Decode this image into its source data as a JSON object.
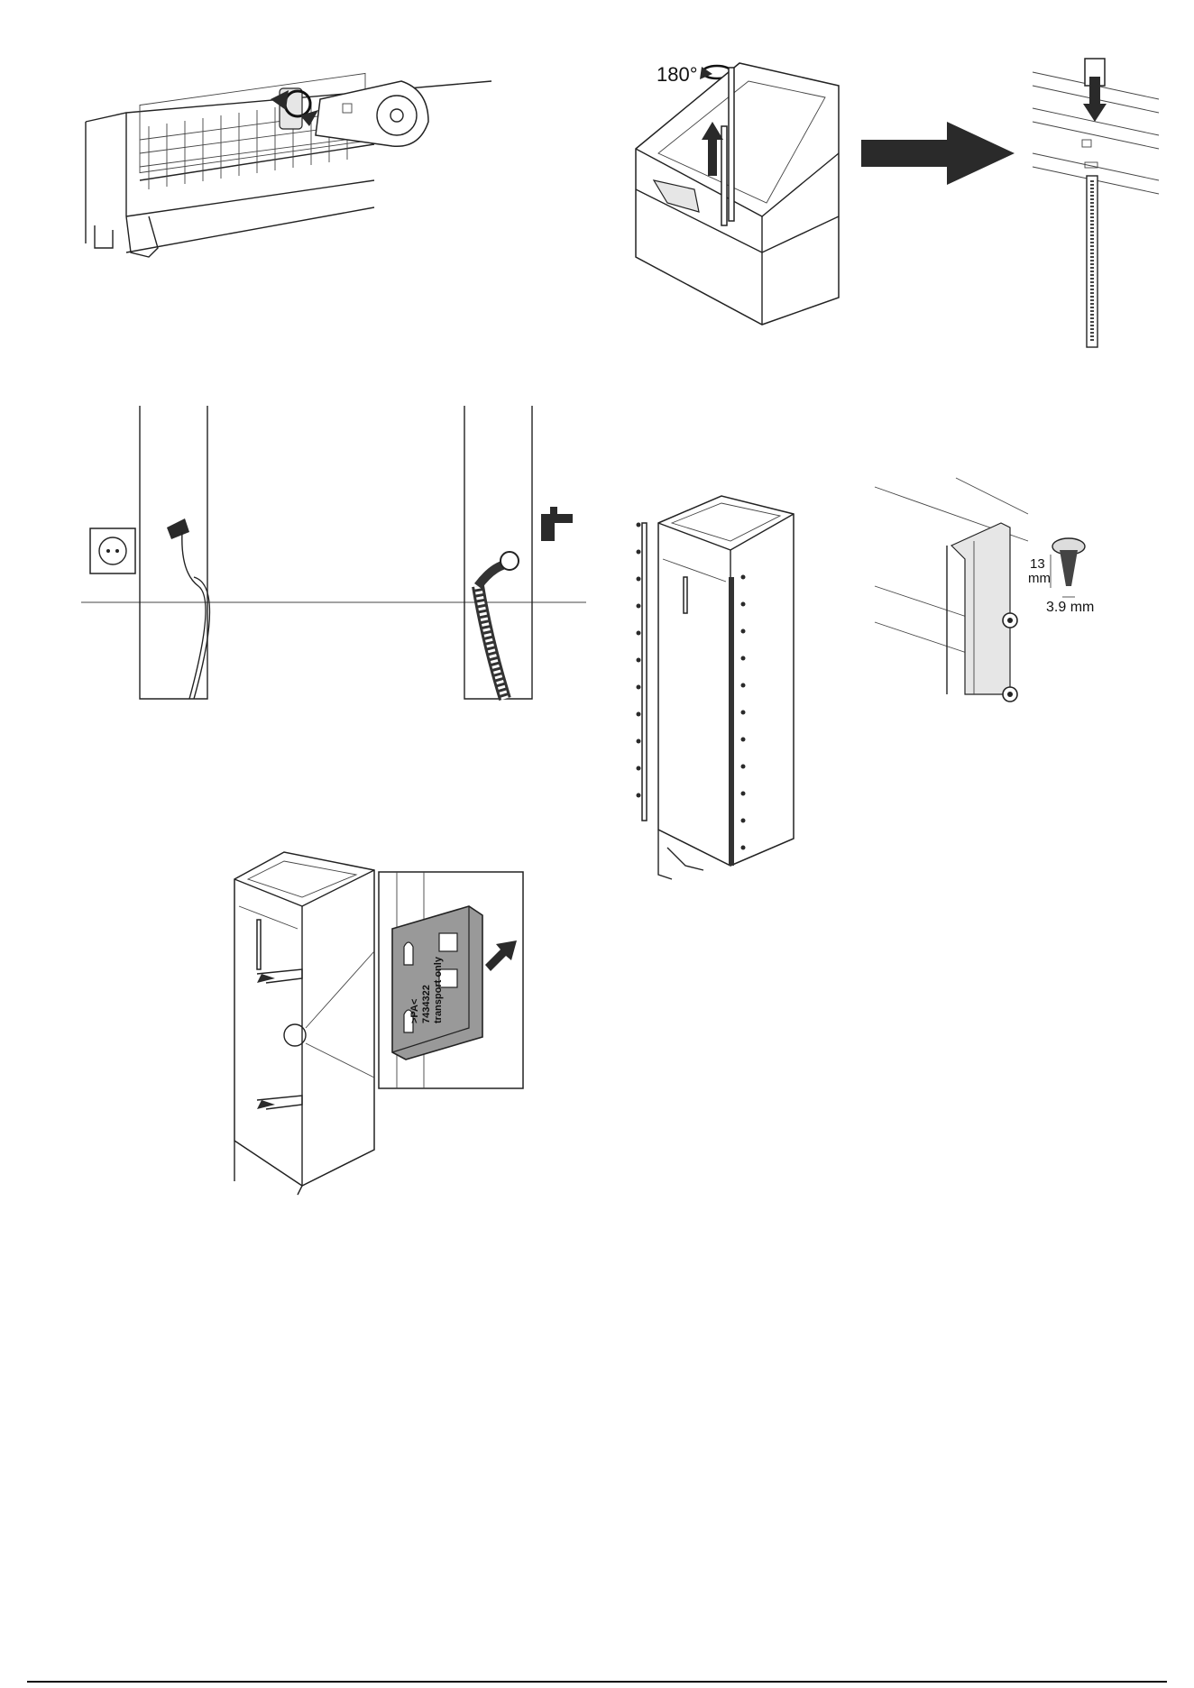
{
  "figures": {
    "rotate": {
      "angle_label": "180°"
    },
    "screw": {
      "length_value": "13",
      "length_unit": "mm",
      "diameter_label": "3.9 mm"
    },
    "bracket": {
      "line1": ">PA<",
      "line2": "7434322",
      "line3": "transport only"
    }
  },
  "icons": [
    "power-outlet-icon",
    "water-tap-icon"
  ],
  "colors": {
    "line": "#222222",
    "arrow": "#2a2a2a",
    "bracket": "#999999"
  }
}
